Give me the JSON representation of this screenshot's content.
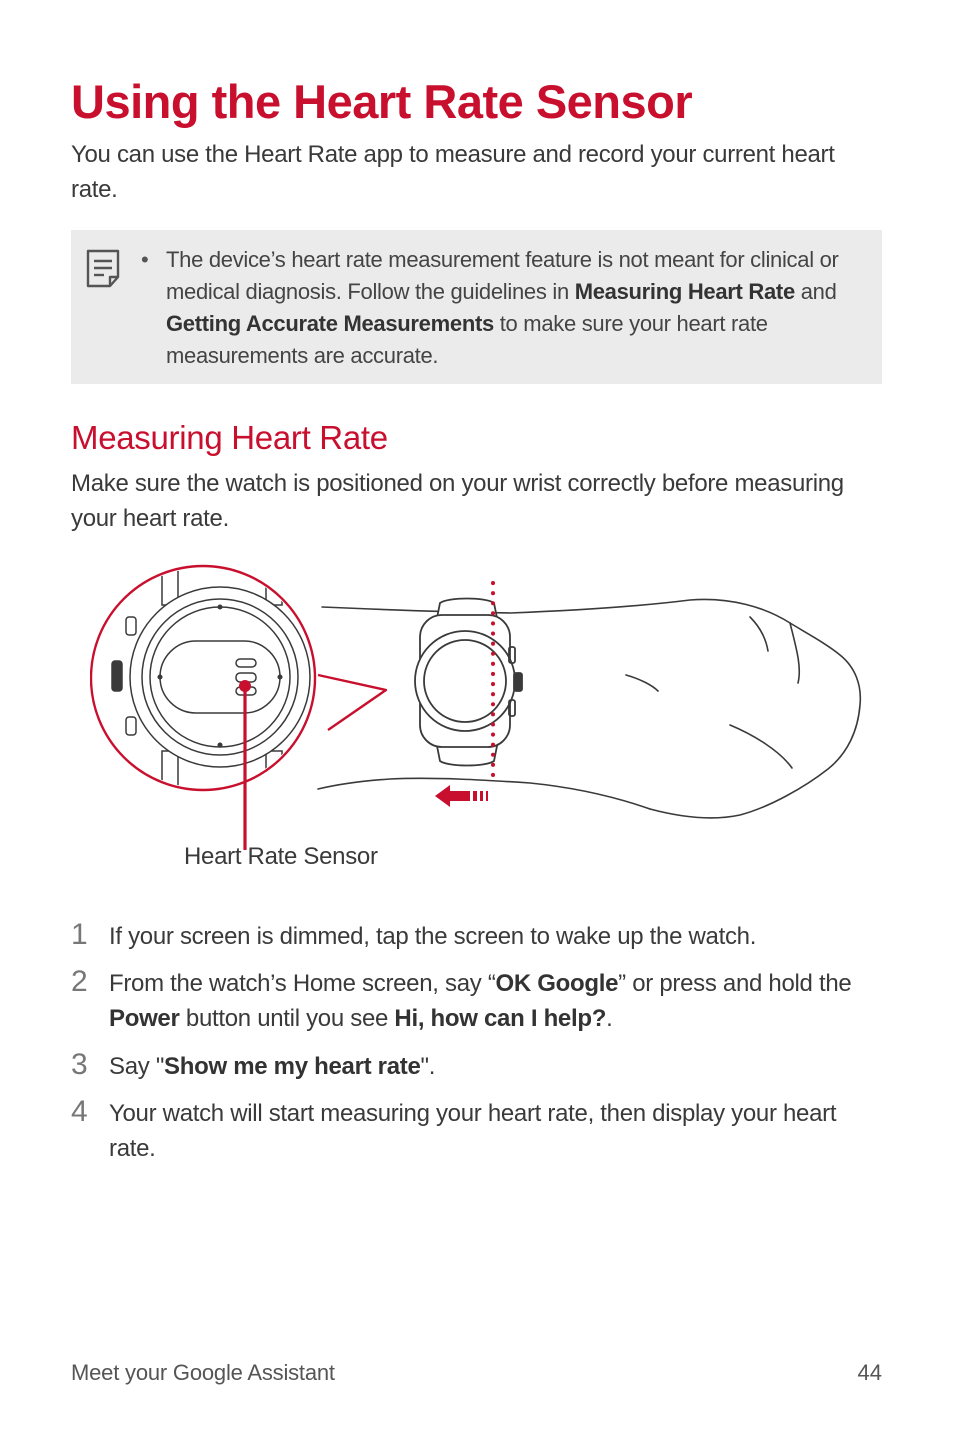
{
  "title": "Using the Heart Rate Sensor",
  "intro": "You can use the Heart Rate app to measure and record your current heart rate.",
  "note": {
    "bullet": "•",
    "t1": "The device’s heart rate measurement feature is not meant for clinical or medical diagnosis. Follow the guidelines in ",
    "b1": "Measuring Heart Rate",
    "t2": " and ",
    "b2": "Getting Accurate Measurements",
    "t3": " to make sure your heart rate measurements are accurate."
  },
  "section": {
    "title": "Measuring Heart Rate",
    "text": "Make sure the watch is positioned on your wrist correctly before measuring your heart rate."
  },
  "figure": {
    "sensor_label": "Heart Rate Sensor",
    "accent_color": "#c8102e"
  },
  "steps": [
    {
      "num": "1",
      "t1": "If your screen is dimmed, tap the screen to wake up the watch."
    },
    {
      "num": "2",
      "t1": "From the watch’s Home screen, say “",
      "b1": "OK Google",
      "t2": "” or press and hold the ",
      "b2": "Power",
      "t3": " button until you see ",
      "b3": "Hi, how can I help?",
      "t4": "."
    },
    {
      "num": "3",
      "t1": "Say \"",
      "b1": "Show me my heart rate",
      "t2": "\"."
    },
    {
      "num": "4",
      "t1": "Your watch will start measuring your heart rate, then display your heart rate."
    }
  ],
  "footer": {
    "section_name": "Meet your Google Assistant",
    "page_number": "44"
  }
}
